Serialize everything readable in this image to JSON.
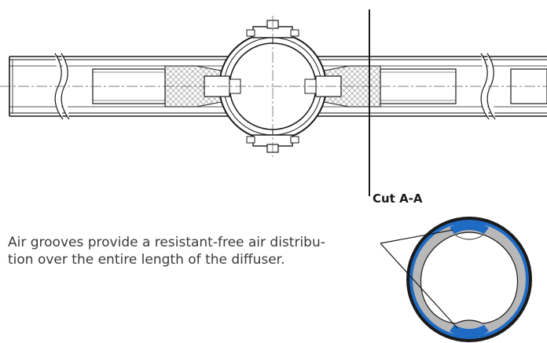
{
  "section_label": "Cut A-A",
  "caption": {
    "line1": "Air grooves provide a resistant-free air distribu-",
    "line2": "tion over the entire length of the diffuser."
  },
  "colors": {
    "outline": "#1a1a1a",
    "hatch": "#9a9a9a",
    "membrane_blue": "#1f6bc4",
    "tube_gray": "#b8b8b8",
    "caption_text": "#3a3a3a"
  }
}
